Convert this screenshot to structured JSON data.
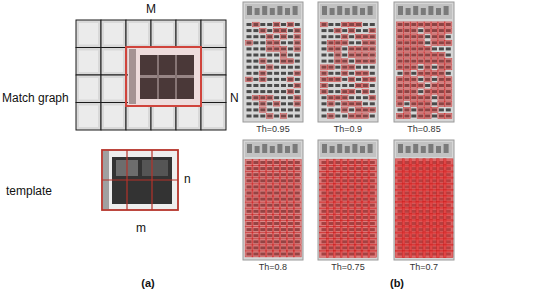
{
  "diagram": {
    "nodes": [
      {
        "text": [
          "M",
          "Match graph",
          "N"
        ]
      },
      {
        "text": [
          "template",
          "n",
          "m"
        ]
      },
      {
        "text": [
          "Th=0.95"
        ]
      },
      {
        "text": [
          "Th=0.9"
        ]
      },
      {
        "text": [
          "Th=0.85"
        ]
      },
      {
        "text": [
          "Th=0.8"
        ]
      },
      {
        "text": [
          "Th=0.75"
        ]
      },
      {
        "text": [
          "Th=0.7"
        ]
      }
    ],
    "labels": [
      "(a)",
      "(b)"
    ]
  }
}
